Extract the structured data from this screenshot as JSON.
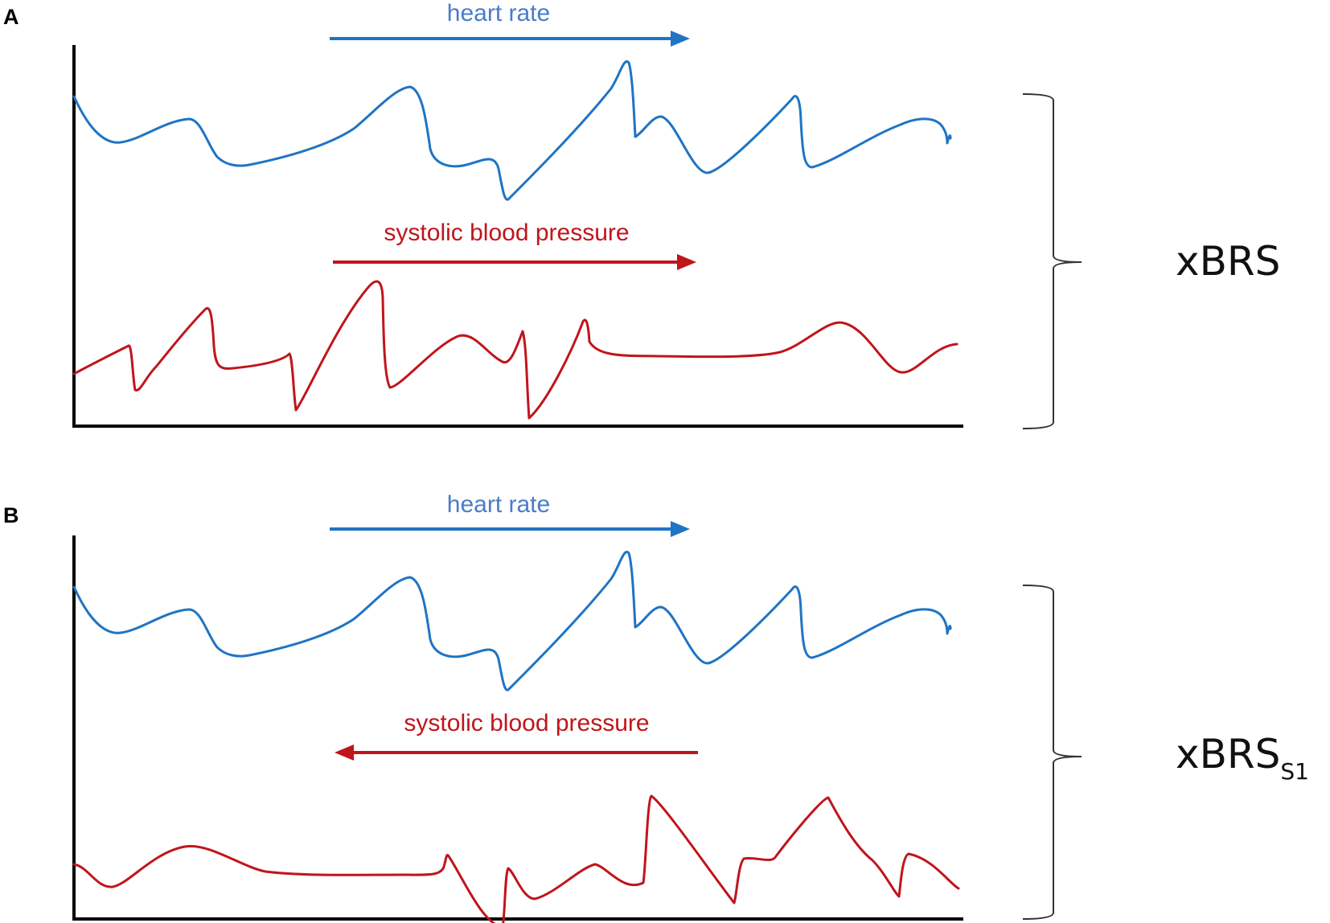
{
  "colors": {
    "heart_rate": "#1f74c4",
    "heart_rate_text": "#4a7cc8",
    "sbp": "#c0151b"
  },
  "panels": [
    {
      "letter": "A",
      "hr_label": "heart rate",
      "sbp_label": "systolic blood pressure",
      "hr_arrow_direction": "right",
      "sbp_arrow_direction": "right",
      "bracket_label": "xBRS",
      "bracket_label_sub": ""
    },
    {
      "letter": "B",
      "hr_label": "heart rate",
      "sbp_label": "systolic blood pressure",
      "hr_arrow_direction": "right",
      "sbp_arrow_direction": "left",
      "bracket_label": "xBRS",
      "bracket_label_sub": "S1"
    }
  ]
}
